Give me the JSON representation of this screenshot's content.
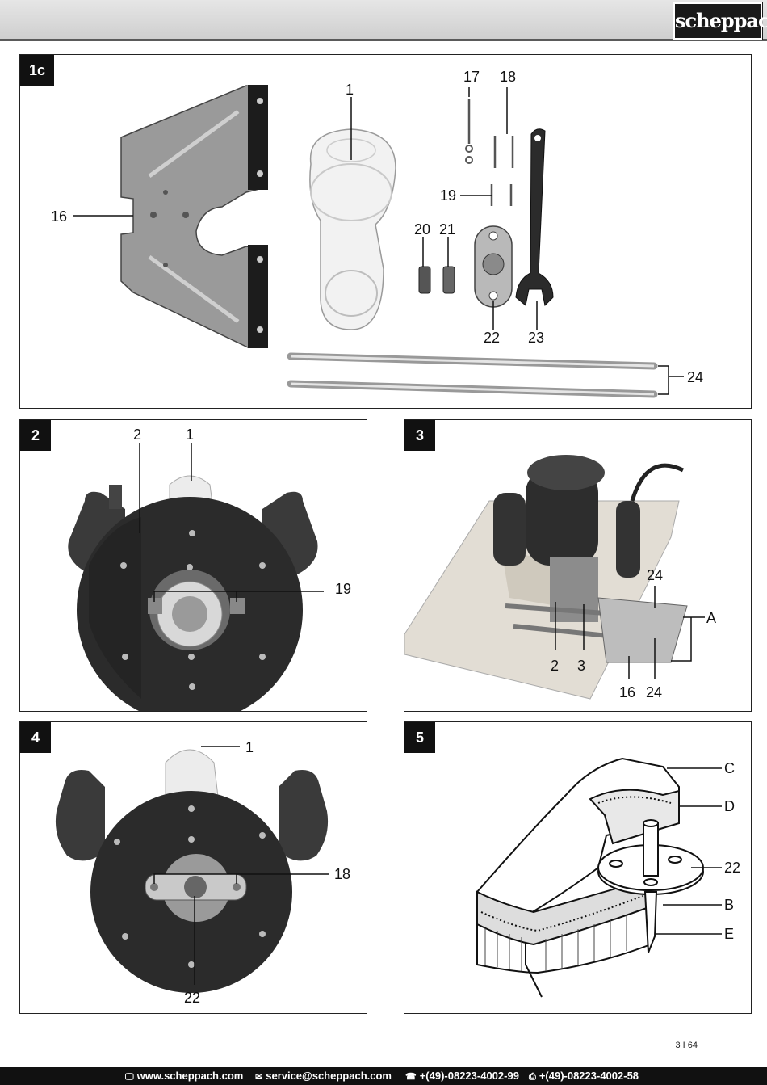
{
  "brand": "scheppach",
  "page_number": "3 I 64",
  "footer": {
    "web": "www.scheppach.com",
    "email": "service@scheppach.com",
    "phone": "+(49)-08223-4002-99",
    "fax": "+(49)-08223-4002-58",
    "icons": [
      "computer-icon",
      "mail-icon",
      "phone-icon",
      "fax-icon"
    ]
  },
  "figures": {
    "f1c": {
      "tag": "1c",
      "labels": [
        "1",
        "16",
        "17",
        "18",
        "19",
        "20",
        "21",
        "22",
        "23",
        "24"
      ]
    },
    "f2": {
      "tag": "2",
      "labels": [
        "2",
        "1",
        "19"
      ]
    },
    "f3": {
      "tag": "3",
      "labels": [
        "24",
        "A",
        "2",
        "3",
        "16",
        "24"
      ]
    },
    "f4": {
      "tag": "4",
      "labels": [
        "1",
        "18",
        "22"
      ]
    },
    "f5": {
      "tag": "5",
      "labels": [
        "C",
        "D",
        "22",
        "B",
        "E"
      ]
    }
  }
}
